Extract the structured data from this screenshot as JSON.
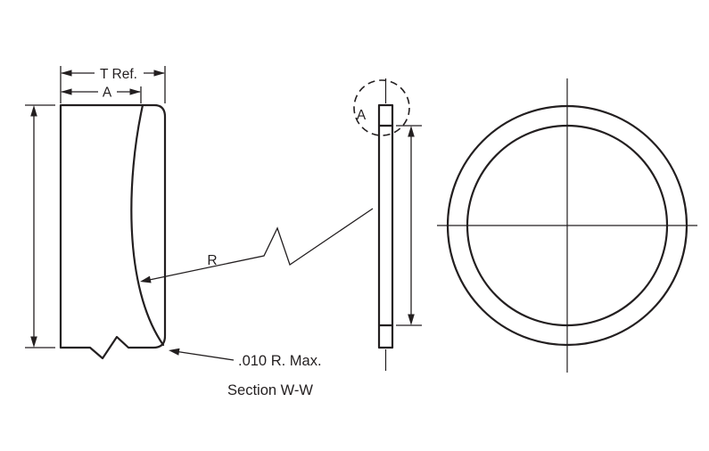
{
  "drawing": {
    "section_title": "Section W-W",
    "labels": {
      "thickness_ref": "T Ref.",
      "dim_a": "A",
      "radius": "R",
      "corner_radius_note": ".010 R. Max.",
      "detail_callout": "A"
    },
    "colors": {
      "line": "#231f20",
      "background": "#ffffff"
    }
  }
}
